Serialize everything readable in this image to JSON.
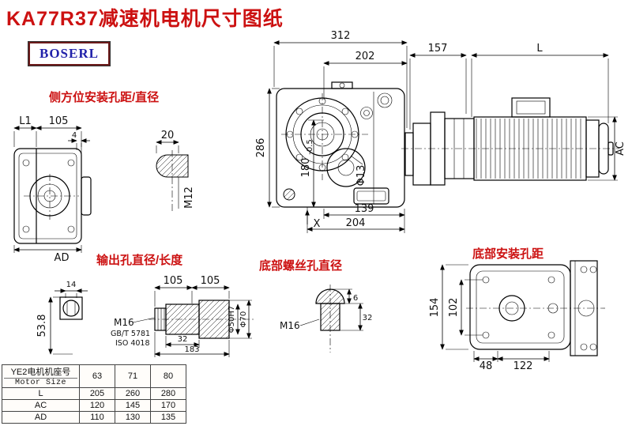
{
  "header": {
    "title": "KA77R37减速机电机尺寸图纸",
    "brand": "BOSERL"
  },
  "annotations": {
    "side_mount": "侧方位安装孔距/直径",
    "output_hole": "输出孔直径/长度",
    "bottom_screw": "底部螺丝孔直径",
    "bottom_mount": "底部安装孔距"
  },
  "dims": {
    "m157": "157",
    "mL": "L",
    "mAC": "AC",
    "f312": "312",
    "f202": "202",
    "f286": "286",
    "f180": "180",
    "f180t": "-0.5",
    "fphi13": "Φ13",
    "f139": "139",
    "f204": "204",
    "fX": "X",
    "sL1": "L1",
    "s105": "105",
    "s4": "4",
    "sAD": "AD",
    "p20": "20",
    "pM12": "M12",
    "k14": "14",
    "k538": "53.8",
    "sh105a": "105",
    "sh105b": "105",
    "shM16": "M16",
    "shGB": "GB/T 5781",
    "shISO": "ISO 4018",
    "sh32": "32",
    "sh183": "183",
    "shD50": "Φ50H7",
    "shD70": "Φ70",
    "b6": "6",
    "b32": "32",
    "bM16": "M16",
    "v154": "154",
    "v102": "102",
    "v48": "48",
    "v122": "122"
  },
  "table": {
    "header_cn": "YE2电机机座号",
    "header_en": "Motor Size",
    "sizes": [
      "63",
      "71",
      "80"
    ],
    "rows": [
      {
        "label": "L",
        "values": [
          "205",
          "260",
          "280"
        ]
      },
      {
        "label": "AC",
        "values": [
          "120",
          "145",
          "170"
        ]
      },
      {
        "label": "AD",
        "values": [
          "110",
          "130",
          "135"
        ]
      }
    ]
  },
  "colors": {
    "accent_red": "#cc1111",
    "brand_blue": "#2222aa",
    "line": "#000000"
  }
}
